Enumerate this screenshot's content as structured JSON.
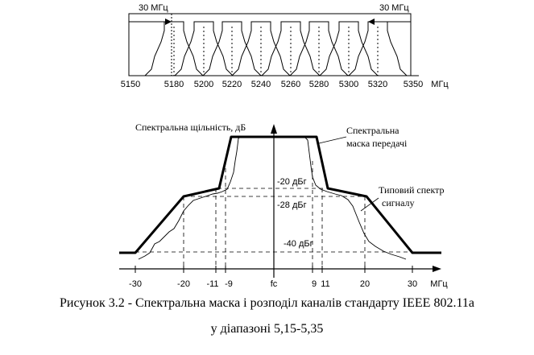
{
  "top_diagram": {
    "left_bracket_label": "30 МГц",
    "right_bracket_label": "30 МГц",
    "axis_ticks": [
      "5150",
      "5180",
      "5200",
      "5220",
      "5240",
      "5260",
      "5280",
      "5300",
      "5320",
      "5350"
    ],
    "unit": "МГц"
  },
  "bottom_diagram": {
    "y_axis_label": "Спектральна щільність, дБ",
    "mask_label_line1": "Спектральна",
    "mask_label_line2": "маска передачі",
    "typical_label_line1": "Типовий спектр",
    "typical_label_line2": "сигналу",
    "level_labels": [
      "-20 дБг",
      "-28 дБг",
      "-40 дБг"
    ],
    "x_ticks": [
      "-30",
      "-20",
      "-11",
      "-9",
      "fc",
      "9",
      "11",
      "20",
      "30"
    ],
    "unit": "МГц"
  },
  "caption": {
    "line1": "Рисунок 3.2 - Спектральна маска і розподіл каналів стандарту IEEE 802.11a",
    "line2": "у діапазоні 5,15-5,35"
  }
}
